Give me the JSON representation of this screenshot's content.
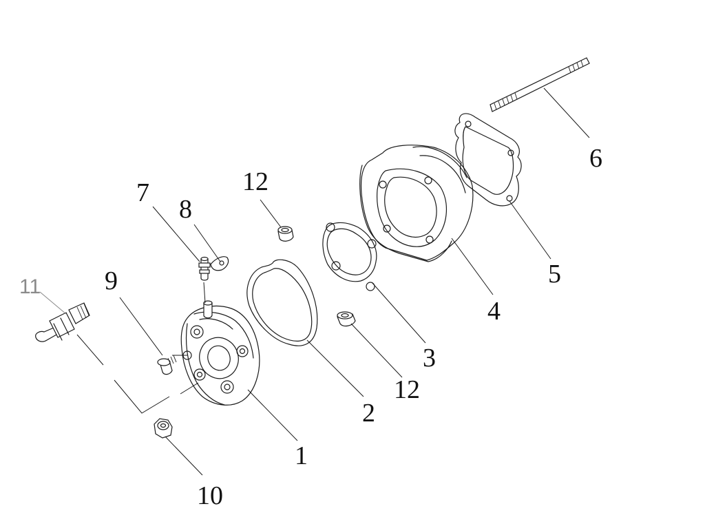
{
  "callouts": {
    "c1": "1",
    "c2": "2",
    "c3": "3",
    "c4": "4",
    "c5": "5",
    "c6": "6",
    "c7": "7",
    "c8": "8",
    "c9": "9",
    "c10": "10",
    "c11": "11",
    "c12a": "12",
    "c12b": "12"
  },
  "colors": {
    "line": "#1a1a1a",
    "label_light": "#8a8a8a",
    "background": "#ffffff"
  }
}
